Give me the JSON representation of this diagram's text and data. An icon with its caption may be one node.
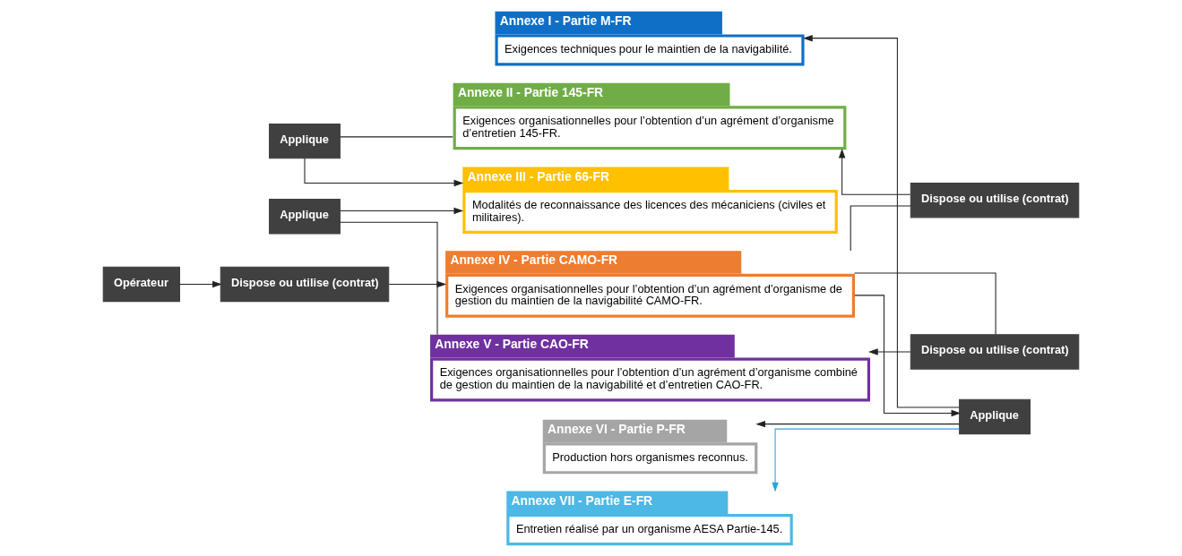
{
  "diagram": {
    "nodes": [
      {
        "text": [
          "Annexe I - Partie M-FR",
          "Exigences techniques pour le maintien de la navigabilité."
        ]
      },
      {
        "text": [
          "Applique"
        ]
      },
      {
        "text": [
          "Annexe II - Partie 145-FR",
          "Exigences organisationnelles pour l’obtention d’un agrément d’organisme d’entretien 145-FR."
        ]
      },
      {
        "text": [
          "Opérateur"
        ]
      },
      {
        "text": [
          "Annexe III - Partie 66-FR",
          "Modalités de reconnaissance des licences des mécaniciens (civiles et militaires)."
        ]
      },
      {
        "text": [
          "Dispose ou utilise (contrat)"
        ]
      },
      {
        "text": [
          "Dispose ou utilise (contrat)"
        ]
      },
      {
        "text": [
          "Annexe IV - Partie CAMO-FR",
          "Exigences organisationnelles pour l’obtention d’un agrément d’organisme de gestion du maintien de la navigabilité CAMO-FR."
        ]
      },
      {
        "text": [
          "Applique"
        ]
      },
      {
        "text": [
          "Dispose ou utilise (contrat)"
        ]
      },
      {
        "text": [
          "Annexe V - Partie CAO-FR",
          "Exigences organisationnelles pour l’obtention d’un agrément d’organisme combiné de gestion du maintien de la navigabilité et d’entretien CAO-FR."
        ]
      },
      {
        "text": [
          "Applique"
        ]
      },
      {
        "text": [
          "Annexe VI - Partie P-FR",
          "Production hors organismes reconnus."
        ]
      },
      {
        "text": [
          "Annexe VII - Partie E-FR",
          "Entretien réalisé par un organisme AESA Partie-145."
        ]
      }
    ],
    "edges": [
      {
        "from": 1,
        "to": 2,
        "arrow": "none"
      },
      {
        "from": 1,
        "to": 4,
        "arrow": "to"
      },
      {
        "from": 11,
        "to": 10,
        "arrow": "none"
      },
      {
        "from": 11,
        "to": 4,
        "arrow": "to"
      },
      {
        "from": 3,
        "to": 5,
        "arrow": "to"
      },
      {
        "from": 5,
        "to": 7,
        "arrow": "to"
      },
      {
        "from": 7,
        "to": 6,
        "arrow": "none"
      },
      {
        "from": 6,
        "to": 2,
        "arrow": "to"
      },
      {
        "from": 7,
        "to": 9,
        "arrow": "none"
      },
      {
        "from": 9,
        "to": 10,
        "arrow": "to"
      },
      {
        "from": 7,
        "to": 8,
        "arrow": "to"
      },
      {
        "from": 8,
        "to": 0,
        "arrow": "to"
      },
      {
        "from": 8,
        "to": 12,
        "arrow": "to"
      },
      {
        "from": 8,
        "to": 13,
        "arrow": "to",
        "color": "#29a3dd"
      }
    ]
  }
}
